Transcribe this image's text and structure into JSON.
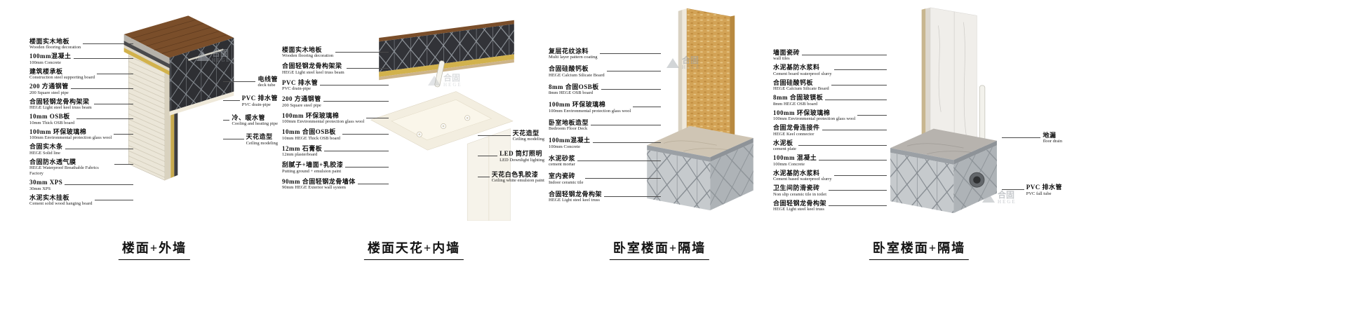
{
  "brand": {
    "zh": "合固",
    "en": "HEGE"
  },
  "colors": {
    "wood": "#7a4e2a",
    "steel_dark": "#2e2f33",
    "steel_light": "#c6cacd",
    "glass_wool": "#d2b24c",
    "osb_board": "#d3a356",
    "ceiling_cream": "#f3eee0"
  },
  "panels": [
    {
      "title": "楼面+外墙",
      "left_labels": [
        {
          "zh": "楼面实木地板",
          "en": "Wooden flooring decoration"
        },
        {
          "zh": "100mm混凝土",
          "en": "100mm Concrete"
        },
        {
          "zh": "建筑楼承板",
          "en": "Construction steel supporting board"
        },
        {
          "zh": "200 方通钢管",
          "en": "200 Square steel pipe"
        },
        {
          "zh": "合固轻钢龙骨构架梁",
          "en": "HEGE Light steel keel truss beam"
        },
        {
          "zh": "10mm OSB板",
          "en": "10mm Thick OSB board"
        },
        {
          "zh": "100mm 环保玻璃棉",
          "en": "100mm Environmental protection glass wool"
        },
        {
          "zh": "合固实木条",
          "en": "HEGE Solid line"
        },
        {
          "zh": "合固防水透气膜",
          "en": "HEGE Waterproof Breathable Fabrics Factory"
        },
        {
          "zh": "30mm XPS",
          "en": "30mm XPS"
        },
        {
          "zh": "水泥实木挂板",
          "en": "Cement solid wood hanging board"
        }
      ],
      "right_labels": [
        {
          "zh": "电线管",
          "en": "deck tube"
        },
        {
          "zh": "PVC 排水管",
          "en": "PVC drain-pipe"
        },
        {
          "zh": "冷、暖水管",
          "en": "Cooling and heating pipe"
        },
        {
          "zh": "天花造型",
          "en": "Ceiling modeling"
        }
      ]
    },
    {
      "title": "楼面天花+内墙",
      "left_labels": [
        {
          "zh": "楼面实木地板",
          "en": "Wooden flooring decoration"
        },
        {
          "zh": "合固轻钢龙骨构架梁",
          "en": "HEGE Light steel keel truss beam"
        },
        {
          "zh": "PVC 排水管",
          "en": "PVC drain-pipe"
        },
        {
          "zh": "200 方通钢管",
          "en": "200 Square steel pipe"
        },
        {
          "zh": "100mm 环保玻璃棉",
          "en": "100mm Environmental protection glass wool"
        },
        {
          "zh": "10mm 合固OSB板",
          "en": "10mm HEGE Thick OSB board"
        },
        {
          "zh": "12mm 石膏板",
          "en": "12mm plasterboard"
        },
        {
          "zh": "刮腻子+墙面+乳胶漆",
          "en": "Putting ground + emulsion paint"
        },
        {
          "zh": "90mm 合固轻钢龙骨墙体",
          "en": "90mm HEGE Exterior wall system"
        }
      ],
      "right_labels": [
        {
          "zh": "天花造型",
          "en": "Ceiling modeling"
        },
        {
          "zh": "LED 筒灯照明",
          "en": "LED Downlight lighting"
        },
        {
          "zh": "天花白色乳胶漆",
          "en": "Ceiling white emulsion paint"
        }
      ]
    },
    {
      "title": "卧室楼面+隔墙",
      "left_labels": [
        {
          "zh": "复层花纹涂料",
          "en": "Multi layer pattern coating"
        },
        {
          "zh": "合固硅酸钙板",
          "en": "HEGE Calcium Silicate Board"
        },
        {
          "zh": "8mm 合固OSB板",
          "en": "8mm HEGE OSB board"
        },
        {
          "zh": "100mm 环保玻璃棉",
          "en": "100mm Environmental protection glass wool"
        },
        {
          "zh": "卧室地板造型",
          "en": "Bedroom Floor Deck"
        },
        {
          "zh": "100mm混凝土",
          "en": "100mm Concrete"
        },
        {
          "zh": "水泥砂浆",
          "en": "cement mortar"
        },
        {
          "zh": "室内瓷砖",
          "en": "Indoor ceramic tile"
        },
        {
          "zh": "合固轻钢龙骨构架",
          "en": "HEGE Light steel keel truss"
        }
      ],
      "right_labels": []
    },
    {
      "title": "卧室楼面+隔墙",
      "left_labels": [
        {
          "zh": "墙面瓷砖",
          "en": "wall tiles"
        },
        {
          "zh": "水泥基防水浆料",
          "en": "Cement board waterproof slurry"
        },
        {
          "zh": "合固硅酸钙板",
          "en": "HEGE Calcium Silicate Board"
        },
        {
          "zh": "8mm 合固玻镁板",
          "en": "8mm HEGE OSB board"
        },
        {
          "zh": "100mm 环保玻璃棉",
          "en": "100mm Environmental protection glass wool"
        },
        {
          "zh": "合固龙骨连接件",
          "en": "HEGE Keel connector"
        },
        {
          "zh": "水泥板",
          "en": "cement plate"
        },
        {
          "zh": "100mm 混凝土",
          "en": "100mm Concrete"
        },
        {
          "zh": "水泥基防水浆料",
          "en": "Cement based waterproof slurry"
        },
        {
          "zh": "卫生间防滑瓷砖",
          "en": "Non slip ceramic tile in toilet"
        },
        {
          "zh": "合固轻钢龙骨构架",
          "en": "HEGE Light steel keel truss"
        }
      ],
      "right_labels": [
        {
          "zh": "地漏",
          "en": "floor drain"
        },
        {
          "zh": "PVC 排水管",
          "en": "PVC fall tube"
        }
      ]
    }
  ]
}
